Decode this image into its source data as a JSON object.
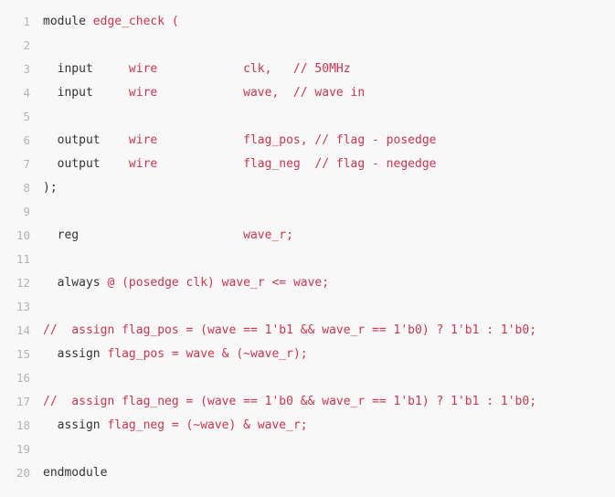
{
  "colors": {
    "background": "#f8f8f8",
    "line_number": "#b3b3b3",
    "text": "#333333",
    "accent": "#d0344f"
  },
  "lines": [
    {
      "n": "1",
      "tokens": [
        {
          "t": "module ",
          "c": "kw"
        },
        {
          "t": "edge_check (",
          "c": "red"
        }
      ]
    },
    {
      "n": "2",
      "tokens": []
    },
    {
      "n": "3",
      "tokens": [
        {
          "t": "  input     ",
          "c": "kw"
        },
        {
          "t": "wire            clk,   // 50MHz",
          "c": "red"
        }
      ]
    },
    {
      "n": "4",
      "tokens": [
        {
          "t": "  input     ",
          "c": "kw"
        },
        {
          "t": "wire            wave,  // wave in",
          "c": "red"
        }
      ]
    },
    {
      "n": "5",
      "tokens": []
    },
    {
      "n": "6",
      "tokens": [
        {
          "t": "  output    ",
          "c": "kw"
        },
        {
          "t": "wire            flag_pos, // flag - posedge",
          "c": "red"
        }
      ]
    },
    {
      "n": "7",
      "tokens": [
        {
          "t": "  output    ",
          "c": "kw"
        },
        {
          "t": "wire            flag_neg  // flag - negedge",
          "c": "red"
        }
      ]
    },
    {
      "n": "8",
      "tokens": [
        {
          "t": ");",
          "c": "kw"
        }
      ]
    },
    {
      "n": "9",
      "tokens": []
    },
    {
      "n": "10",
      "tokens": [
        {
          "t": "  reg                       ",
          "c": "kw"
        },
        {
          "t": "wave_r;",
          "c": "red"
        }
      ]
    },
    {
      "n": "11",
      "tokens": []
    },
    {
      "n": "12",
      "tokens": [
        {
          "t": "  always ",
          "c": "kw"
        },
        {
          "t": "@ (posedge clk) wave_r <= wave;",
          "c": "red"
        }
      ]
    },
    {
      "n": "13",
      "tokens": []
    },
    {
      "n": "14",
      "tokens": [
        {
          "t": "//  assign flag_pos = (wave == 1'b1 && wave_r == 1'b0) ? 1'b1 : 1'b0;",
          "c": "red"
        }
      ]
    },
    {
      "n": "15",
      "tokens": [
        {
          "t": "  assign ",
          "c": "kw"
        },
        {
          "t": "flag_pos = wave & (~wave_r);",
          "c": "red"
        }
      ]
    },
    {
      "n": "16",
      "tokens": []
    },
    {
      "n": "17",
      "tokens": [
        {
          "t": "//  assign flag_neg = (wave == 1'b0 && wave_r == 1'b1) ? 1'b1 : 1'b0;",
          "c": "red"
        }
      ]
    },
    {
      "n": "18",
      "tokens": [
        {
          "t": "  assign ",
          "c": "kw"
        },
        {
          "t": "flag_neg = (~wave) & wave_r;",
          "c": "red"
        }
      ]
    },
    {
      "n": "19",
      "tokens": []
    },
    {
      "n": "20",
      "tokens": [
        {
          "t": "endmodule",
          "c": "kw"
        }
      ]
    }
  ]
}
